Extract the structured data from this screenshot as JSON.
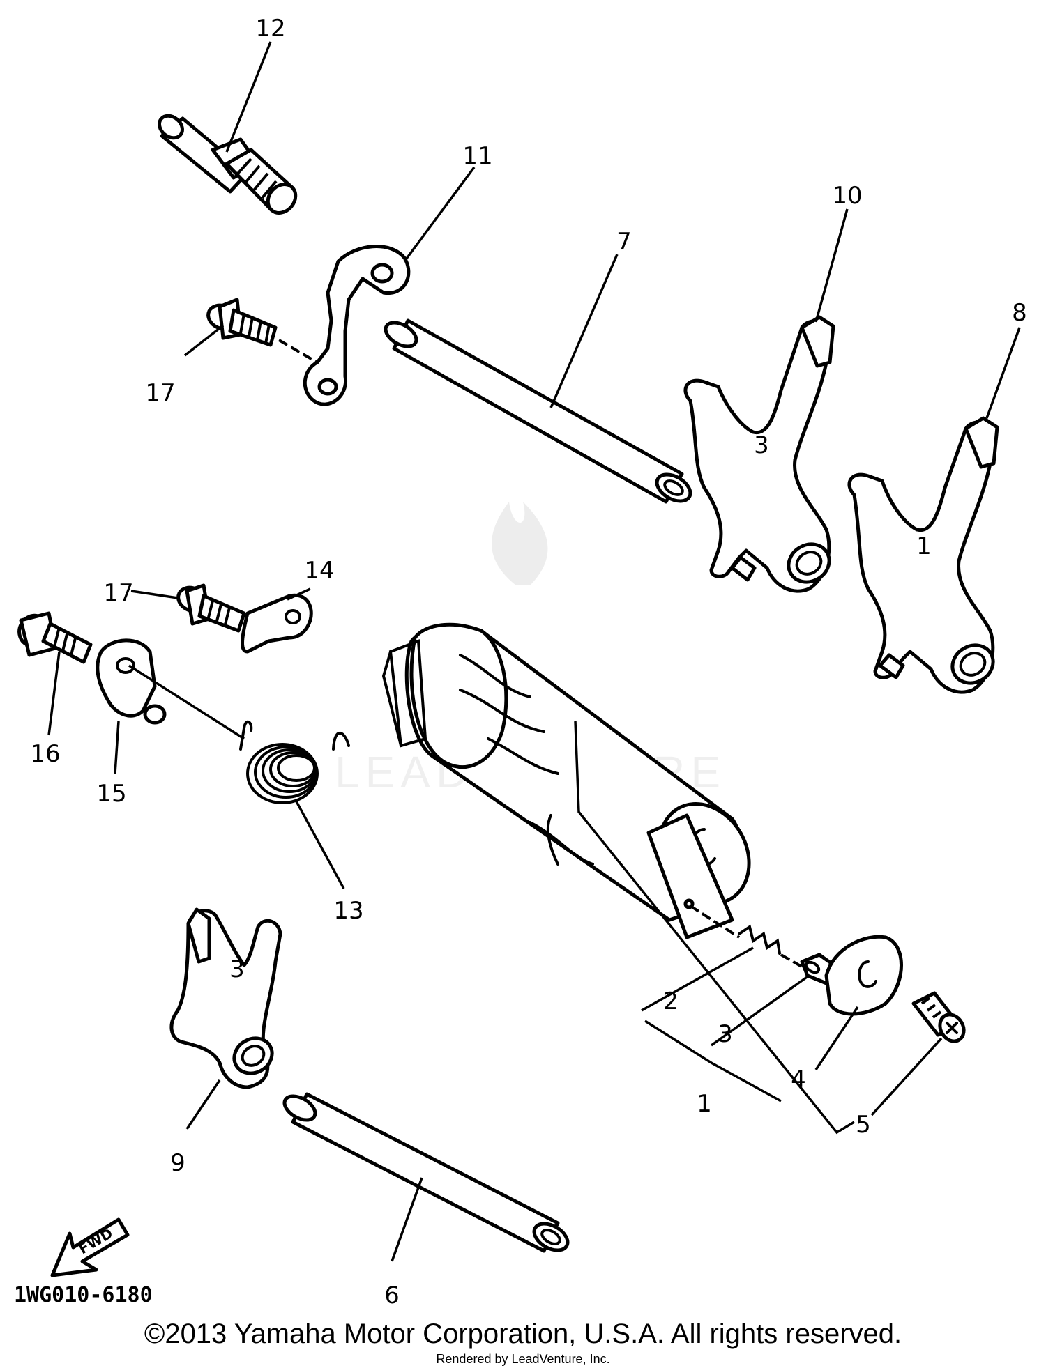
{
  "diagram": {
    "drawing_code": "1WG010-6180",
    "fwd_arrow_label": "FWD",
    "watermark_text": "LEADVENTURE",
    "callouts": {
      "p1": "1",
      "p2": "2",
      "p3": "3",
      "p4": "4",
      "p5": "5",
      "p6": "6",
      "p7": "7",
      "p8": "8",
      "p9": "9",
      "p10": "10",
      "p11": "11",
      "p12": "12",
      "p13": "13",
      "p14": "14",
      "p15": "15",
      "p16": "16",
      "p17a": "17",
      "p17b": "17"
    },
    "fork_marks": {
      "fork10": "3",
      "fork8": "1",
      "fork9": "3"
    },
    "icons": [
      "fwd-arrow-icon",
      "leadventure-flame-watermark-icon"
    ]
  },
  "footer": {
    "copyright": "©2013 Yamaha Motor Corporation, U.S.A. All rights reserved.",
    "rendered_by": "Rendered by LeadVenture, Inc."
  }
}
